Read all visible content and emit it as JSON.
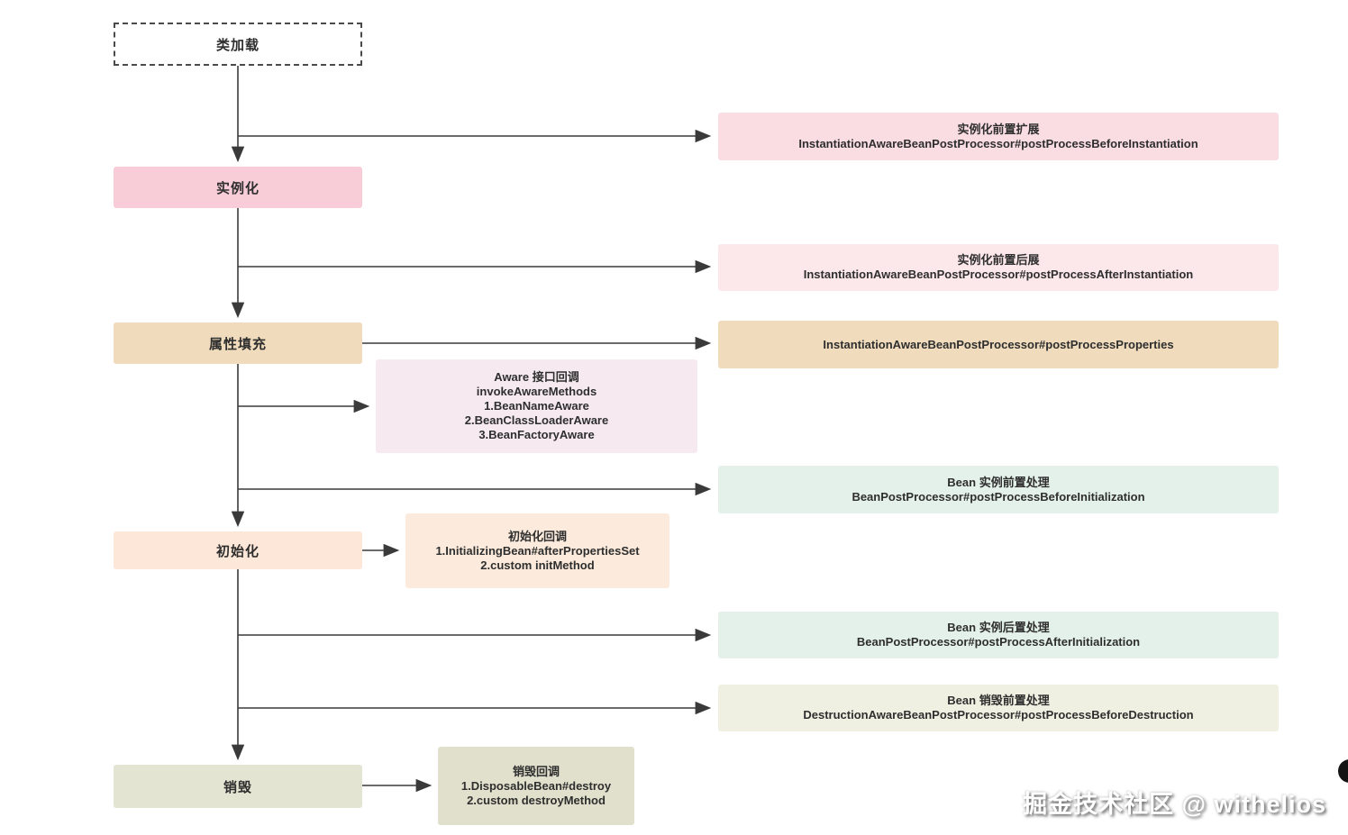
{
  "diagram_title": "Spring Bean lifecycle flowchart",
  "nodes": {
    "class_loading": "类加载",
    "instantiation": "实例化",
    "property_filling": "属性填充",
    "initialization": "初始化",
    "destruction": "销毁"
  },
  "callouts": {
    "before_instantiation": {
      "title": "实例化前置扩展",
      "code": "InstantiationAwareBeanPostProcessor#postProcessBeforeInstantiation"
    },
    "after_instantiation": {
      "title": "实例化前置后展",
      "code": "InstantiationAwareBeanPostProcessor#postProcessAfterInstantiation"
    },
    "post_process_properties": {
      "code": "InstantiationAwareBeanPostProcessor#postProcessProperties"
    },
    "aware_callback": {
      "l1": "Aware 接口回调",
      "l2": "invokeAwareMethods",
      "l3": "1.BeanNameAware",
      "l4": "2.BeanClassLoaderAware",
      "l5": "3.BeanFactoryAware"
    },
    "before_initialization": {
      "title": "Bean 实例前置处理",
      "code": "BeanPostProcessor#postProcessBeforeInitialization"
    },
    "init_callback": {
      "l1": "初始化回调",
      "l2": "1.InitializingBean#afterPropertiesSet",
      "l3": "2.custom initMethod"
    },
    "after_initialization": {
      "title": "Bean 实例后置处理",
      "code": "BeanPostProcessor#postProcessAfterInitialization"
    },
    "before_destruction": {
      "title": "Bean 销毁前置处理",
      "code": "DestructionAwareBeanPostProcessor#postProcessBeforeDestruction"
    },
    "destroy_callback": {
      "l1": "销毁回调",
      "l2": "1.DisposableBean#destroy",
      "l3": "2.custom destroyMethod"
    }
  },
  "watermark": "掘金技术社区 @ withelios",
  "colors": {
    "node_instantiation": "#f8cdd8",
    "callout_before_instantiation": "#fadde3",
    "callout_after_instantiation": "#fce7eb",
    "node_property_filling": "#f0dcbd",
    "callout_post_process_properties": "#f0dcbd",
    "callout_aware": "#f6eaf0",
    "callout_post_processor_mint": "#e4f1eb",
    "node_initialization": "#fde7d8",
    "callout_init_callback": "#fcebdc",
    "callout_before_destruction": "#f0f0e2",
    "node_destruction": "#e4e4d2",
    "callout_destroy_callback": "#e1e0cc",
    "connector_line": "#3a3a3a"
  }
}
